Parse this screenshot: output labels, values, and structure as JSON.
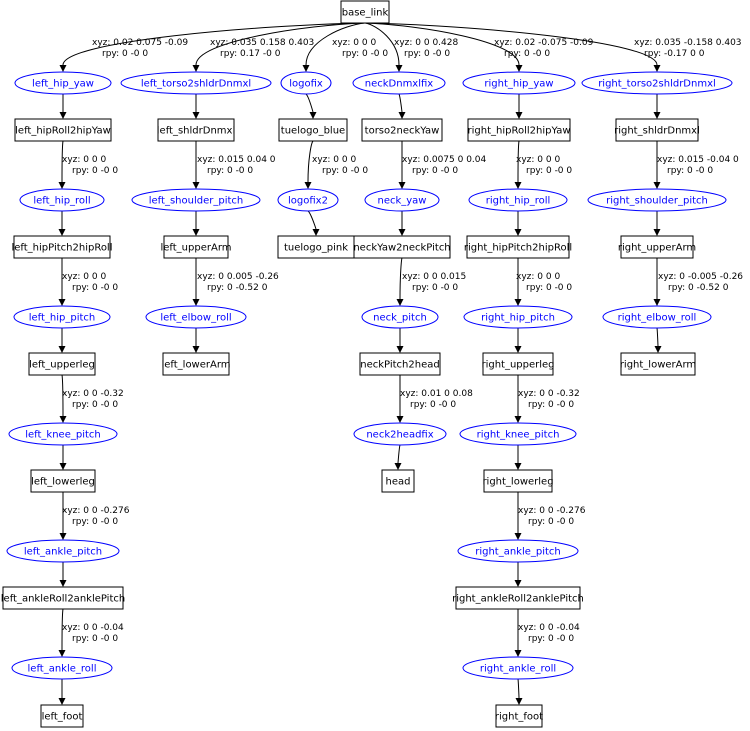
{
  "colors": {
    "link_border": "#000000",
    "joint_border": "#0000ff",
    "joint_text": "#0000ff",
    "text": "#000000",
    "background": "#ffffff"
  },
  "links": {
    "base_link": "base_link",
    "left_hipRoll2hipYaw": "left_hipRoll2hipYaw",
    "left_hipPitch2hipRoll": "left_hipPitch2hipRoll",
    "left_upperleg": "left_upperleg",
    "left_lowerleg": "left_lowerleg",
    "left_ankleRoll2anklePitch": "left_ankleRoll2anklePitch",
    "left_foot": "left_foot",
    "left_shldrDnmxl": "left_shldrDnmxl",
    "left_upperArm": "left_upperArm",
    "left_lowerArm": "left_lowerArm",
    "tuelogo_blue": "tuelogo_blue",
    "tuelogo_pink": "tuelogo_pink",
    "torso2neckYaw": "torso2neckYaw",
    "neckYaw2neckPitch": "neckYaw2neckPitch",
    "neckPitch2head": "neckPitch2head",
    "head": "head",
    "right_hipRoll2hipYaw": "right_hipRoll2hipYaw",
    "right_hipPitch2hipRoll": "right_hipPitch2hipRoll",
    "right_upperleg": "right_upperleg",
    "right_lowerleg": "right_lowerleg",
    "right_ankleRoll2anklePitch": "right_ankleRoll2anklePitch",
    "right_foot": "right_foot",
    "right_shldrDnmxl": "right_shldrDnmxl",
    "right_upperArm": "right_upperArm",
    "right_lowerArm": "right_lowerArm"
  },
  "joints": {
    "left_hip_yaw": "left_hip_yaw",
    "left_hip_roll": "left_hip_roll",
    "left_hip_pitch": "left_hip_pitch",
    "left_knee_pitch": "left_knee_pitch",
    "left_ankle_pitch": "left_ankle_pitch",
    "left_ankle_roll": "left_ankle_roll",
    "left_torso2shldrDnmxl": "left_torso2shldrDnmxl",
    "left_shoulder_pitch": "left_shoulder_pitch",
    "left_elbow_roll": "left_elbow_roll",
    "logofix": "logofix",
    "logofix2": "logofix2",
    "neckDnmxlfix": "neckDnmxlfix",
    "neck_yaw": "neck_yaw",
    "neck_pitch": "neck_pitch",
    "neck2headfix": "neck2headfix",
    "right_hip_yaw": "right_hip_yaw",
    "right_hip_roll": "right_hip_roll",
    "right_hip_pitch": "right_hip_pitch",
    "right_knee_pitch": "right_knee_pitch",
    "right_ankle_pitch": "right_ankle_pitch",
    "right_ankle_roll": "right_ankle_roll",
    "right_torso2shldrDnmxl": "right_torso2shldrDnmxl",
    "right_shoulder_pitch": "right_shoulder_pitch",
    "right_elbow_roll": "right_elbow_roll"
  },
  "transforms": {
    "left_hip_yaw": {
      "xyz": "xyz: 0.02 0.075 -0.09",
      "rpy": "rpy: 0 -0 0"
    },
    "left_torso2shldrDnmxl": {
      "xyz": "xyz: 0.035 0.158 0.403",
      "rpy": "rpy: 0.17 -0 0"
    },
    "logofix": {
      "xyz": "xyz: 0 0 0",
      "rpy": "rpy: 0 -0 0"
    },
    "neckDnmxlfix": {
      "xyz": "xyz: 0 0 0.428",
      "rpy": "rpy: 0 -0 0"
    },
    "right_hip_yaw": {
      "xyz": "xyz: 0.02 -0.075 -0.09",
      "rpy": "rpy: 0 -0 0"
    },
    "right_torso2shldrDnmxl": {
      "xyz": "xyz: 0.035 -0.158 0.403",
      "rpy": "rpy: -0.17 0 0"
    },
    "left_hip_roll": {
      "xyz": "xyz: 0 0 0",
      "rpy": "rpy: 0 -0 0"
    },
    "left_hip_pitch": {
      "xyz": "xyz: 0 0 0",
      "rpy": "rpy: 0 -0 0"
    },
    "left_knee_pitch": {
      "xyz": "xyz: 0 0 -0.32",
      "rpy": "rpy: 0 -0 0"
    },
    "left_ankle_pitch": {
      "xyz": "xyz: 0 0 -0.276",
      "rpy": "rpy: 0 -0 0"
    },
    "left_ankle_roll": {
      "xyz": "xyz: 0 0 -0.04",
      "rpy": "rpy: 0 -0 0"
    },
    "left_shoulder_pitch": {
      "xyz": "xyz: 0.015 0.04 0",
      "rpy": "rpy: 0 -0 0"
    },
    "left_elbow_roll": {
      "xyz": "xyz: 0 0.005 -0.26",
      "rpy": "rpy: 0 -0.52 0"
    },
    "logofix2": {
      "xyz": "xyz: 0 0 0",
      "rpy": "rpy: 0 -0 0"
    },
    "neck_yaw": {
      "xyz": "xyz: 0.0075 0 0.04",
      "rpy": "rpy: 0 -0 0"
    },
    "neck_pitch": {
      "xyz": "xyz: 0 0 0.015",
      "rpy": "rpy: 0 -0 0"
    },
    "neck2headfix": {
      "xyz": "xyz: 0.01 0 0.08",
      "rpy": "rpy: 0 -0 0"
    },
    "right_hip_roll": {
      "xyz": "xyz: 0 0 0",
      "rpy": "rpy: 0 -0 0"
    },
    "right_hip_pitch": {
      "xyz": "xyz: 0 0 0",
      "rpy": "rpy: 0 -0 0"
    },
    "right_knee_pitch": {
      "xyz": "xyz: 0 0 -0.32",
      "rpy": "rpy: 0 -0 0"
    },
    "right_ankle_pitch": {
      "xyz": "xyz: 0 0 -0.276",
      "rpy": "rpy: 0 -0 0"
    },
    "right_ankle_roll": {
      "xyz": "xyz: 0 0 -0.04",
      "rpy": "rpy: 0 -0 0"
    },
    "right_shoulder_pitch": {
      "xyz": "xyz: 0.015 -0.04 0",
      "rpy": "rpy: 0 -0 0"
    },
    "right_elbow_roll": {
      "xyz": "xyz: 0 -0.005 -0.26",
      "rpy": "rpy: 0 -0.52 0"
    }
  }
}
